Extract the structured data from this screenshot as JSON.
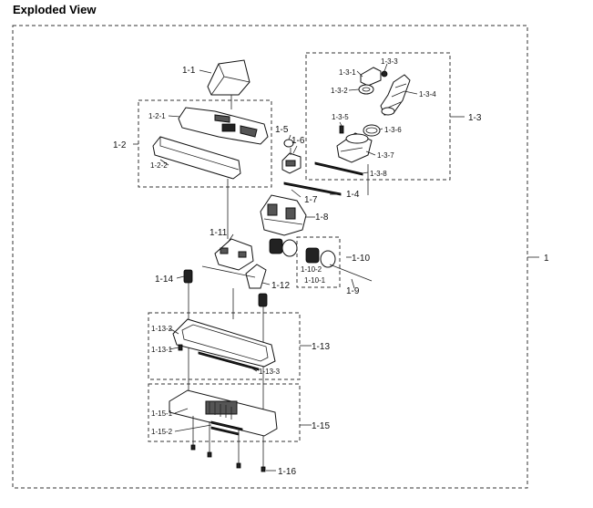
{
  "title": "Exploded View",
  "labels": {
    "p1": "1",
    "p1_1": "1-1",
    "p1_2": "1-2",
    "p1_2_1": "1-2-1",
    "p1_2_2": "1-2-2",
    "p1_3": "1-3",
    "p1_3_1": "1-3-1",
    "p1_3_2": "1-3-2",
    "p1_3_3": "1-3-3",
    "p1_3_4": "1-3-4",
    "p1_3_5": "1-3-5",
    "p1_3_6": "1-3-6",
    "p1_3_7": "1-3-7",
    "p1_3_8": "1-3-8",
    "p1_4": "1-4",
    "p1_5": "1-5",
    "p1_6": "1-6",
    "p1_7": "1-7",
    "p1_8": "1-8",
    "p1_9": "1-9",
    "p1_10": "1-10",
    "p1_10_1": "1-10-1",
    "p1_10_2": "1-10-2",
    "p1_11": "1-11",
    "p1_12": "1-12",
    "p1_13": "1-13",
    "p1_13_1": "1-13-1",
    "p1_13_2": "1-13-2",
    "p1_13_3": "1-13-3",
    "p1_14": "1-14",
    "p1_15": "1-15",
    "p1_15_1": "1-15-1",
    "p1_15_2": "1-15-2",
    "p1_16": "1-16"
  }
}
